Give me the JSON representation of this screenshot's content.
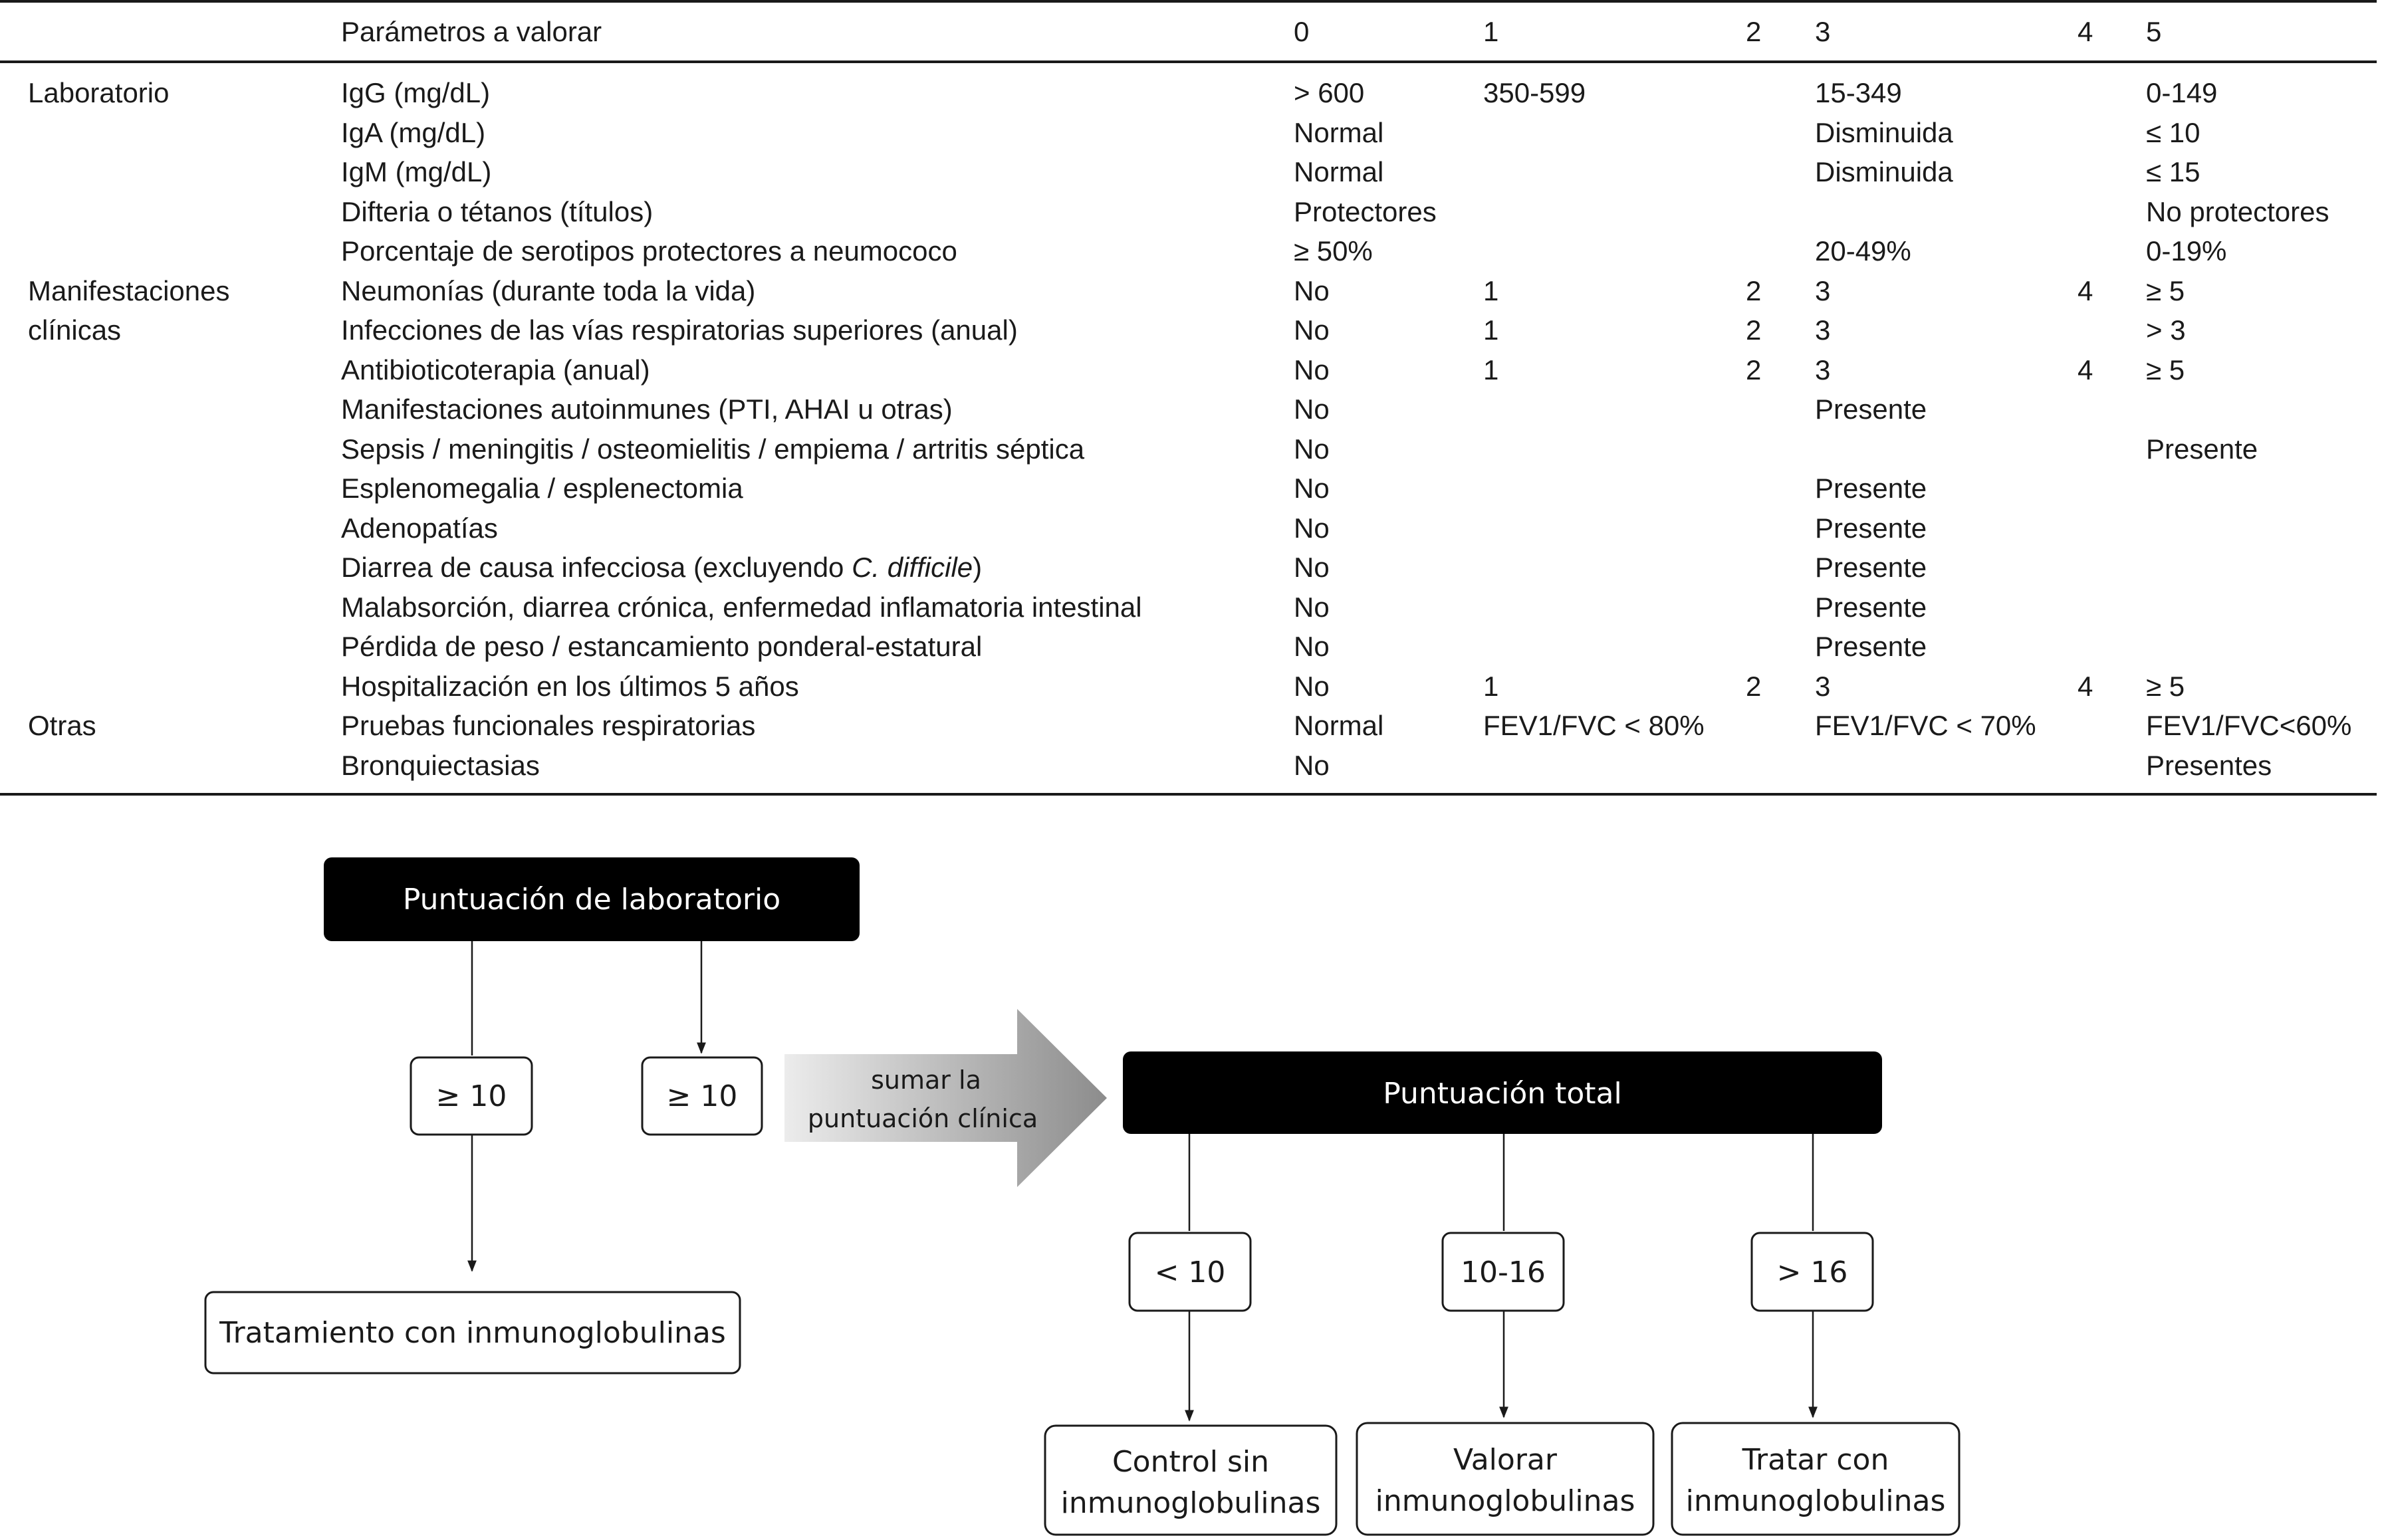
{
  "table": {
    "header": [
      "",
      "Parámetros a valorar",
      "0",
      "1",
      "2",
      "3",
      "4",
      "5"
    ],
    "rows": [
      [
        "Laboratorio",
        "IgG (mg/dL)",
        "> 600",
        "350-599",
        "",
        "15-349",
        "",
        "0-149"
      ],
      [
        "",
        "IgA (mg/dL)",
        "Normal",
        "",
        "",
        "Disminuida",
        "",
        "≤  10"
      ],
      [
        "",
        "IgM (mg/dL)",
        "Normal",
        "",
        "",
        "Disminuida",
        "",
        "≤  15"
      ],
      [
        "",
        "Difteria o tétanos (títulos)",
        "Protectores",
        "",
        "",
        "",
        "",
        "No protectores"
      ],
      [
        "",
        "Porcentaje de serotipos protectores a neumococo",
        "≥  50%",
        "",
        "",
        "20-49%",
        "",
        "0-19%"
      ],
      [
        "Manifestaciones",
        "Neumonías (durante toda la vida)",
        "No",
        "1",
        "2",
        "3",
        "4",
        "≥  5"
      ],
      [
        "clínicas",
        "Infecciones de las vías respiratorias superiores (anual)",
        "No",
        "1",
        "2",
        "3",
        "",
        "> 3"
      ],
      [
        "",
        "Antibioticoterapia (anual)",
        "No",
        "1",
        "2",
        "3",
        "4",
        "≥  5"
      ],
      [
        "",
        "Manifestaciones autoinmunes (PTI, AHAI u otras)",
        "No",
        "",
        "",
        "Presente",
        "",
        ""
      ],
      [
        "",
        "Sepsis / meningitis / osteomielitis / empiema / artritis séptica",
        "No",
        "",
        "",
        "",
        "",
        "Presente"
      ],
      [
        "",
        "Esplenomegalia / esplenectomia",
        "No",
        "",
        "",
        "Presente",
        "",
        ""
      ],
      [
        "",
        "Adenopatías",
        "No",
        "",
        "",
        "Presente",
        "",
        ""
      ],
      [
        "",
        "Diarrea de causa infecciosa (excluyendo C. difficile)",
        "No",
        "",
        "",
        "Presente",
        "",
        ""
      ],
      [
        "",
        "Malabsorción, diarrea crónica, enfermedad inflamatoria intestinal",
        "No",
        "",
        "",
        "Presente",
        "",
        ""
      ],
      [
        "",
        "Pérdida de peso / estancamiento ponderal-estatural",
        "No",
        "",
        "",
        "Presente",
        "",
        ""
      ],
      [
        "",
        "Hospitalización en los últimos 5  años",
        "No",
        "1",
        "2",
        "3",
        "4",
        "≥  5"
      ],
      [
        "Otras",
        "Pruebas funcionales respiratorias",
        "Normal",
        "FEV1/FVC < 80%",
        "",
        "FEV1/FVC < 70%",
        "",
        "FEV1/FVC<60%"
      ],
      [
        "",
        "Bronquiectasias",
        "No",
        "",
        "",
        "",
        "",
        "Presentes"
      ]
    ],
    "italic_fragment": {
      "row": 12,
      "before": "Diarrea de causa infecciosa (excluyendo ",
      "italic": "C. difficile",
      "after": ")"
    }
  },
  "flowchart": {
    "lab_score": "Puntuación de laboratorio",
    "threshold_left": "≥ 10",
    "threshold_right": "≥ 10",
    "treatment": "Tratamiento con inmunoglobulinas",
    "arrow_line1": "sumar la",
    "arrow_line2": "puntuación clínica",
    "total_score": "Puntuación total",
    "branch_low": "< 10",
    "branch_mid": "10-16",
    "branch_high": "> 16",
    "outcome_low_1": "Control sin",
    "outcome_low_2": "inmunoglobulinas",
    "outcome_mid_1": "Valorar",
    "outcome_mid_2": "inmunoglobulinas",
    "outcome_high_1": "Tratar con",
    "outcome_high_2": "inmunoglobulinas"
  }
}
